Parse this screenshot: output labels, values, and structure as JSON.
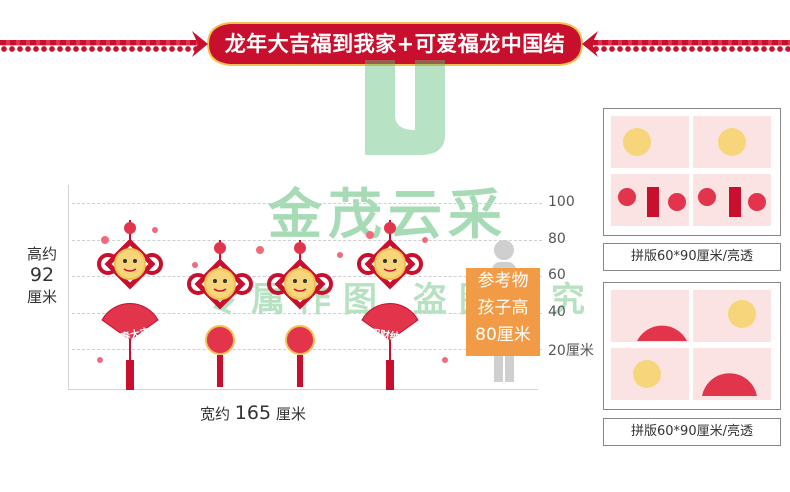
{
  "banner": {
    "title": "龙年大吉福到我家+可爱福龙中国结"
  },
  "watermark": {
    "brand": "金茂云采",
    "sub": "专属作图 盗图必究"
  },
  "scale": {
    "ticks": [
      "100",
      "80",
      "60",
      "40",
      "20厘米"
    ]
  },
  "height_label": {
    "prefix": "高约",
    "value": "92",
    "unit": "厘米"
  },
  "width_label": {
    "prefix": "宽约",
    "value": "165",
    "unit": "厘米"
  },
  "reference": {
    "line1": "参考物",
    "line2": "孩子高",
    "line3": "80厘米"
  },
  "ornaments": {
    "left_fan_text": "新春大吉",
    "right_fan_text": "招财纳福"
  },
  "panels": [
    {
      "caption": "拼版60*90厘米/亮透"
    },
    {
      "caption": "拼版60*90厘米/亮透"
    }
  ],
  "colors": {
    "red": "#c8102e",
    "gold": "#f2c14e",
    "orange": "#f29b47",
    "watermark_green": "#5fbf7a"
  }
}
